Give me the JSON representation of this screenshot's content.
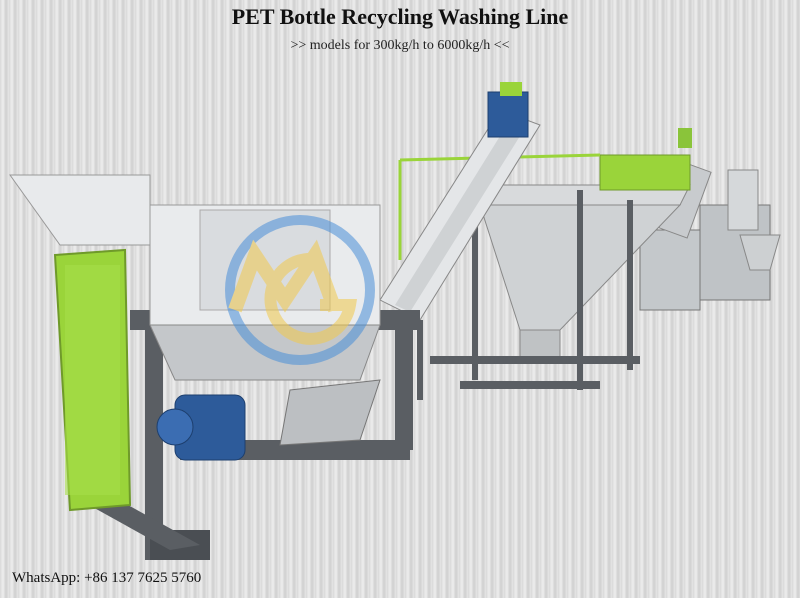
{
  "header": {
    "title": "PET Bottle Recycling Washing Line",
    "subtitle": ">> models for 300kg/h to 6000kg/h <<"
  },
  "footer": {
    "whatsapp": "WhatsApp: +86 137 7625 5760"
  },
  "colors": {
    "frame_gray": "#5a5e63",
    "machine_green": "#9ad43a",
    "steel": "#c9cccf",
    "motor_blue": "#2d5b9a",
    "logo_blue": "#4a8fd8",
    "logo_yellow": "#f2c94c"
  }
}
